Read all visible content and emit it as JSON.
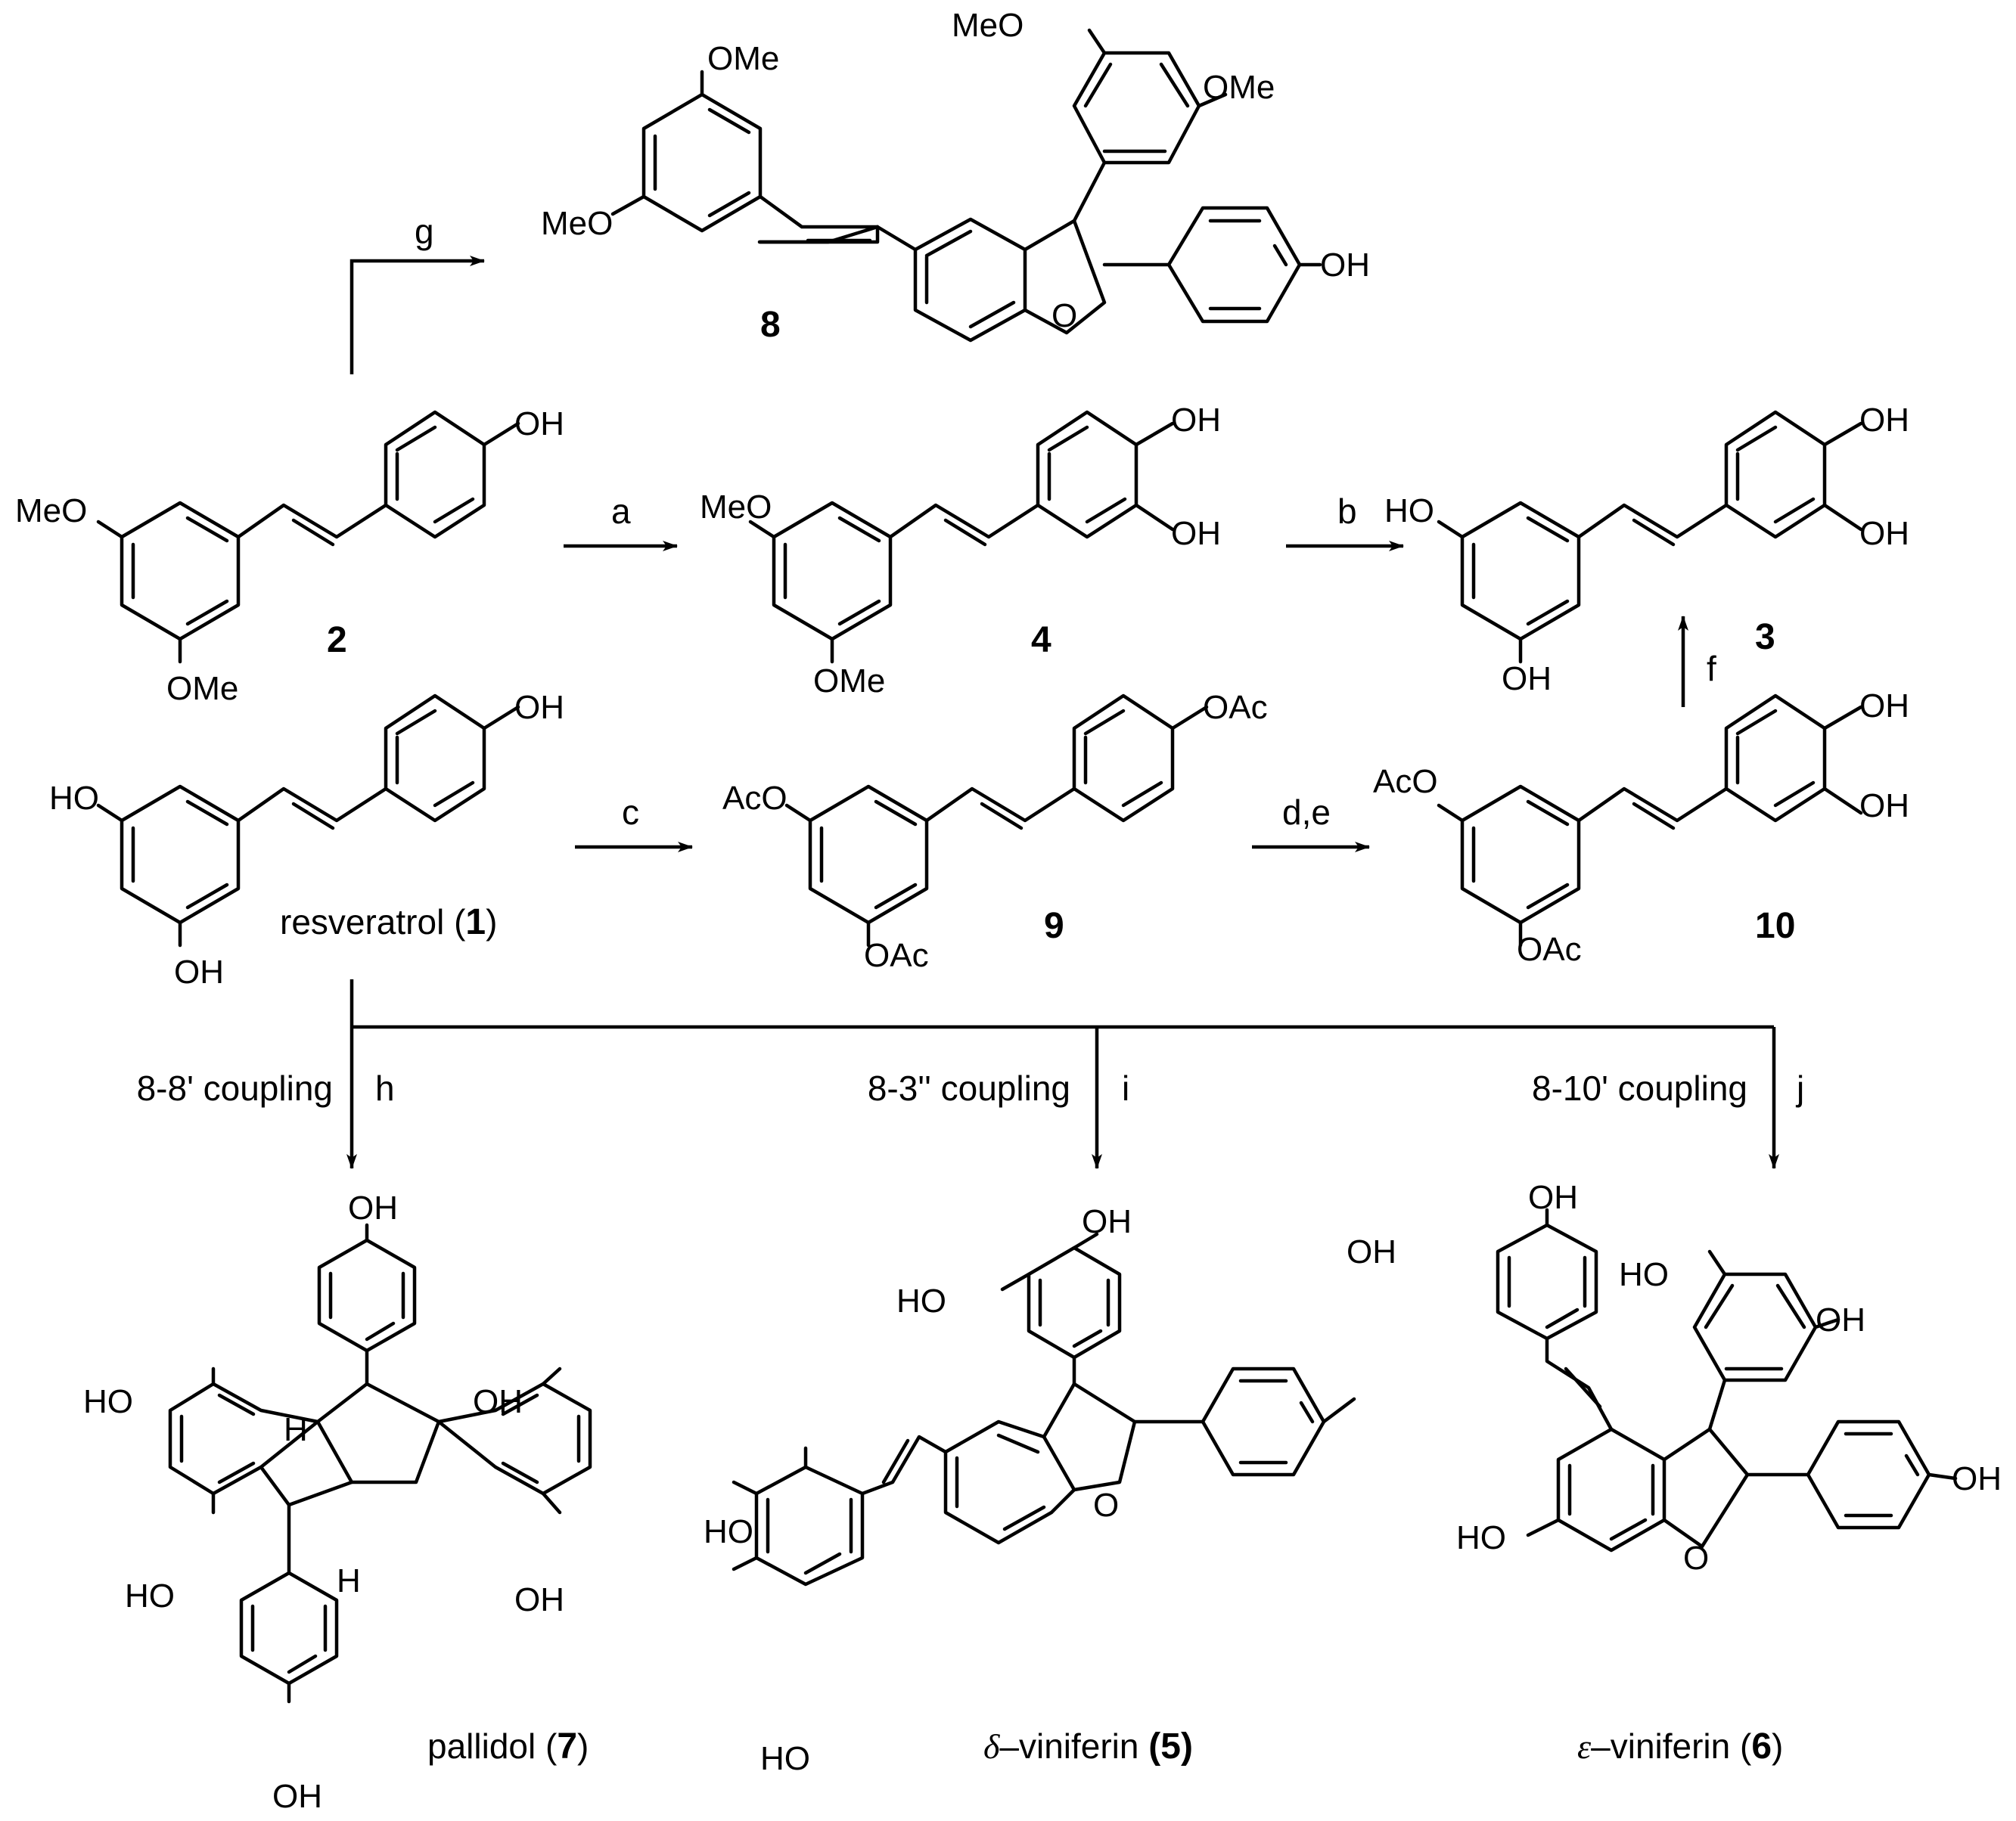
{
  "colors": {
    "ink": "#000000",
    "background": "#ffffff"
  },
  "steps": {
    "a": "a",
    "b": "b",
    "c": "c",
    "de": "d,e",
    "f": "f",
    "g": "g",
    "h": "h",
    "i": "i",
    "j": "j"
  },
  "couplings": {
    "c88": "8-8' coupling",
    "c83": "8-3'' coupling",
    "c810": "8-10' coupling"
  },
  "groups": {
    "OMe": "OMe",
    "MeO": "MeO",
    "OH": "OH",
    "HO": "HO",
    "OAc": "OAc",
    "AcO": "AcO",
    "H": "H",
    "O": "O"
  },
  "compounds": {
    "c8": "8",
    "c2": "2",
    "c4": "4",
    "c3": "3",
    "c9": "9",
    "c10": "10",
    "resveratrol_name": "resveratrol (",
    "resveratrol_num": "1",
    "close": ")",
    "pallidol_name": "pallidol (",
    "pallidol_num": "7",
    "delta_symbol": "δ",
    "delta_name": "–viniferin ",
    "delta_num": "(5)",
    "epsilon_symbol": "ε",
    "epsilon_name": "–viniferin (",
    "epsilon_num": "6"
  }
}
